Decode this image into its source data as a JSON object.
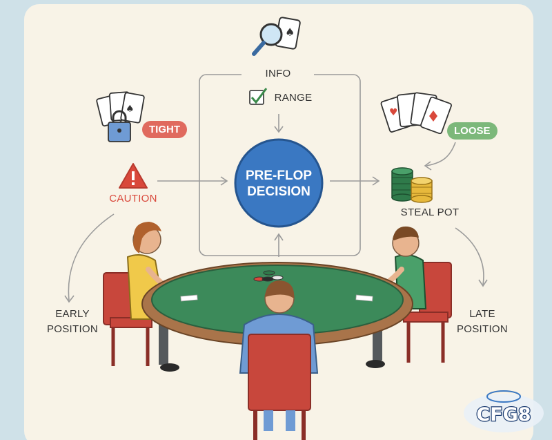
{
  "diagram": {
    "info": "INFO",
    "range": "RANGE",
    "center_line1": "PRE-FLOP",
    "center_line2": "DECISION",
    "tight": "TIGHT",
    "loose": "LOOSE",
    "caution": "CAUTION",
    "steal_pot": "STEAL POT",
    "early_line1": "EARLY",
    "early_line2": "POSITION",
    "late_line1": "LATE",
    "late_line2": "POSITION"
  },
  "logo": {
    "text": "CFG8"
  },
  "colors": {
    "tight": "#e06a5e",
    "loose": "#7cb87a",
    "decision": "#3a78c2",
    "table_felt": "#3c8a5a",
    "caution": "#d9483b"
  },
  "icons": [
    "magnifier-cards-icon",
    "checkbox-icon",
    "lock-cards-icon",
    "warning-icon",
    "fanned-cards-icon",
    "chip-stacks-icon"
  ]
}
